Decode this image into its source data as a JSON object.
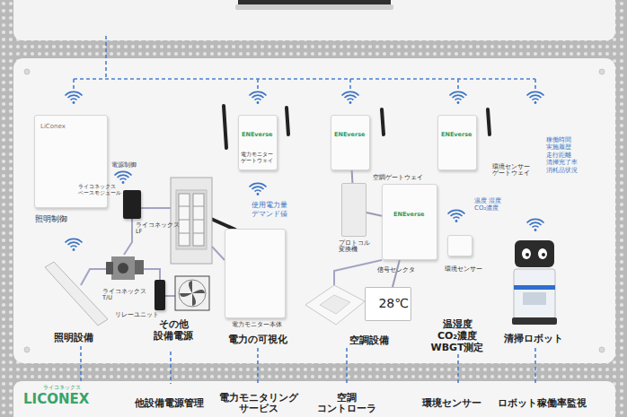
{
  "diagram": {
    "nodes": [
      {
        "text": [
          "LiConex",
          "ライコネックス ベースモジュール",
          "照明制御"
        ]
      },
      {
        "text": [
          "ENEverse",
          "電力モニター ゲートウェイ"
        ]
      },
      {
        "text": [
          "ENEverse",
          "空調ゲートウェイ"
        ]
      },
      {
        "text": [
          "ENEverse",
          "環境センサー ゲートウェイ"
        ]
      },
      {
        "text": [
          "ライコネックス LF"
        ]
      },
      {
        "text": [
          "ライコネックス T/U"
        ]
      },
      {
        "text": [
          "リレーユニット"
        ]
      },
      {
        "text": [
          "プロトコル 変換機"
        ]
      },
      {
        "text": [
          "ENEverse",
          "信号セレクタ"
        ]
      },
      {
        "text": [
          "電力モニター本体"
        ]
      },
      {
        "text": [
          "環境センサー"
        ]
      },
      {
        "text": [
          "28℃"
        ]
      },
      {
        "text": [
          "清掃ロボット"
        ]
      },
      {
        "text": [
          "ライコネックス",
          "LICONEX"
        ]
      },
      {
        "text": [
          "他設備電源管理"
        ]
      },
      {
        "text": [
          "電力モニタリング サービス"
        ]
      },
      {
        "text": [
          "空調 コントローラ"
        ]
      },
      {
        "text": [
          "環境センサー"
        ]
      },
      {
        "text": [
          "ロボット稼働率監視"
        ]
      }
    ],
    "edges": [
      {
        "from": 2,
        "to": 7,
        "arrow": "none"
      },
      {
        "from": 7,
        "to": 8,
        "arrow": "none"
      },
      {
        "from": 8,
        "to": 11,
        "arrow": "none"
      }
    ],
    "labels": [
      "電源制御",
      "使用電力量 デマンド値",
      "温度 湿度 CO₂濃度",
      "稼働時間 実施履歴 走行距離 清掃完了率 消耗品状況",
      "照明設備",
      "その他 設備電源",
      "電力の可視化",
      "空調設備",
      "温湿度 CO₂濃度 WBGT測定"
    ]
  }
}
